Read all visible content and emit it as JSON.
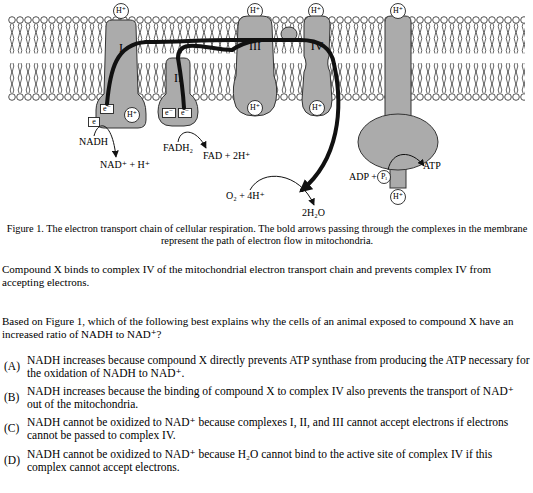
{
  "diagram": {
    "caption": "Figure 1. The electron transport chain of cellular respiration. The bold arrows passing through the complexes in the membrane represent the path of electron flow in mitochondria.",
    "nodes": [
      {
        "text": [
          "H⁺"
        ]
      },
      {
        "text": [
          "H⁺"
        ]
      },
      {
        "text": [
          "H⁺"
        ]
      },
      {
        "text": [
          "H⁺"
        ]
      },
      {
        "text": [
          "I"
        ]
      },
      {
        "text": [
          "II"
        ]
      },
      {
        "text": [
          "III"
        ]
      },
      {
        "text": [
          "IV"
        ]
      },
      {
        "text": [
          "e⁻"
        ],
        "in": 4
      },
      {
        "text": [
          "e"
        ]
      },
      {
        "text": [
          "H⁺"
        ],
        "in": 4
      },
      {
        "text": [
          "e⁻"
        ],
        "in": 5
      },
      {
        "text": [
          "e⁻"
        ],
        "in": 5
      },
      {
        "text": [
          "H⁺"
        ],
        "in": 6
      },
      {
        "text": [
          "H⁺"
        ],
        "in": 7
      },
      {
        "text": [
          "Pᵢ"
        ]
      },
      {
        "text": [
          "H⁺"
        ]
      }
    ],
    "edges": [
      {
        "from": 4,
        "to": 6,
        "arrow": "none"
      },
      {
        "from": 5,
        "to": 6,
        "arrow": "none"
      },
      {
        "from": 6,
        "to": 7,
        "arrow": "none"
      }
    ],
    "labels": [
      "NADH",
      "NAD⁺ + H⁺",
      "FADH₂",
      "FAD + 2H⁺",
      "O₂ + 4H⁺",
      "2H₂O",
      "ADP +",
      "ATP",
      "Compound X binds to complex IV of the mitochondrial electron transport chain and prevents complex IV from accepting electrons.",
      "Based on Figure 1, which of the following best explains why the cells of an animal exposed to compound X have an increased ratio of NADH to NAD⁺?",
      "(A)",
      "NADH increases because compound X directly prevents ATP synthase from producing the ATP necessary for the oxidation of NADH to NAD⁺.",
      "(B)",
      "NADH increases because the binding of compound X to complex IV also prevents the transport of NAD⁺ out of the mitochondria.",
      "(C)",
      "NADH cannot be oxidized to NAD⁺ because complexes I, II, and III cannot accept electrons if electrons cannot be passed to complex IV.",
      "(D)",
      "NADH cannot be oxidized to NAD⁺ because H₂O cannot bind to the active site of complex IV if this complex cannot accept electrons."
    ]
  }
}
